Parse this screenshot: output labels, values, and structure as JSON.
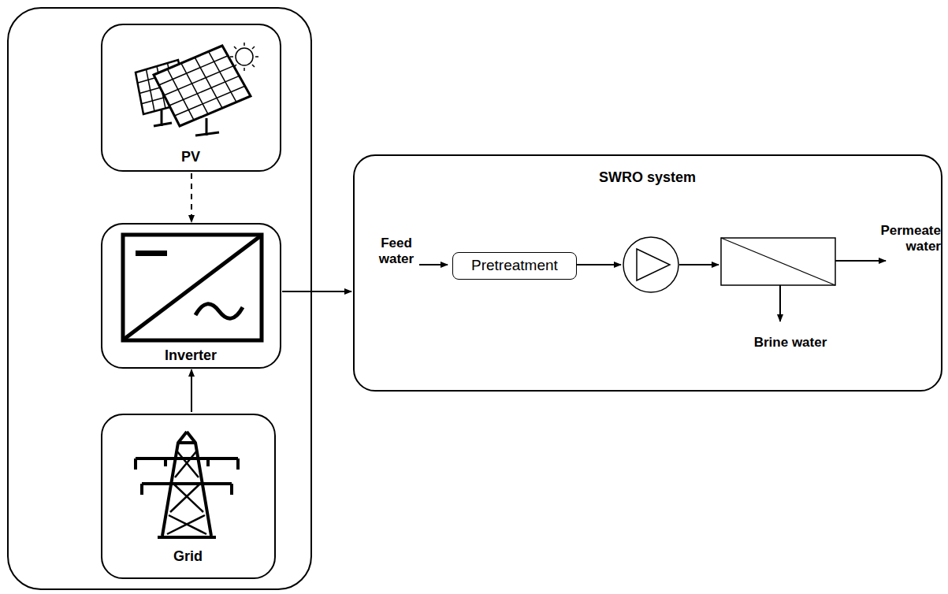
{
  "diagram": {
    "nodes": [
      {
        "text": [
          "PV"
        ]
      },
      {
        "text": [
          "Inverter"
        ]
      },
      {
        "text": [
          "Grid"
        ]
      },
      {
        "text": [
          "SWRO system"
        ]
      },
      {
        "text": [
          "Pretreatment"
        ],
        "in": 3
      }
    ],
    "edges": [
      {
        "from": 0,
        "to": 1,
        "arrow": "to"
      },
      {
        "from": 2,
        "to": 1,
        "arrow": "to"
      },
      {
        "from": 1,
        "to": 3,
        "arrow": "to"
      }
    ],
    "labels": [
      "Feed water",
      "Permeate water",
      "Brine water"
    ]
  }
}
